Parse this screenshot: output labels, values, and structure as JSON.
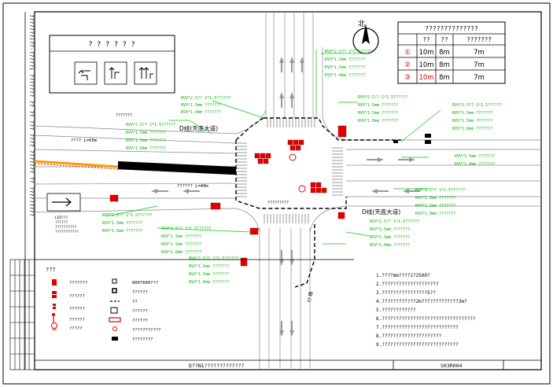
{
  "legend_box_title": "? ? ? ? ? ?",
  "north_label": "北",
  "signal_table": {
    "title": "??????????????",
    "headers": [
      "??",
      "??",
      "???????"
    ],
    "rows": [
      {
        "mark": "①",
        "c1": "10m",
        "c2": "8m",
        "c3": "7m"
      },
      {
        "mark": "②",
        "c1": "10m",
        "c2": "8m",
        "c3": "7m"
      },
      {
        "mark": "③",
        "c1": "10m",
        "c2": "8m",
        "c3": "7m"
      }
    ]
  },
  "road_labels": {
    "left_road": "D线(天底大道)",
    "right_road": "D线(天底大道)",
    "dim_left": "???? L=60m",
    "dim_mid": "?????? L=40m",
    "dim_center": "?????????",
    "top_corner": "???????",
    "bottom_road": "?? 路",
    "leg_line1": "LED???",
    "leg_line2": "??????",
    "leg_line3": "??????????",
    "leg_line4": "???????????"
  },
  "callout_green": [
    "RVV*2.5?? 1*1.5??????",
    "RVV*1.5mm ???????",
    "RVV*1.5mm ???????",
    "RVV*1.0mm ???????"
  ],
  "legend": {
    "title": "???",
    "items": [
      {
        "icon": "red-block",
        "label": "???????"
      },
      {
        "icon": "red-stack",
        "label": "??????"
      },
      {
        "icon": "red-stack-small",
        "label": "??????"
      },
      {
        "icon": "red-pole",
        "label": "??????"
      },
      {
        "icon": "red-circle-pole",
        "label": "?????"
      },
      {
        "icon": "square-small",
        "label": "800?600???"
      },
      {
        "icon": "square-bold",
        "label": "??????"
      },
      {
        "icon": "dash-line",
        "label": "??"
      },
      {
        "icon": "box-hollow",
        "label": "??????"
      },
      {
        "icon": "red-rect",
        "label": "??????"
      },
      {
        "icon": "red-circle-small",
        "label": "???????????"
      },
      {
        "icon": "black-box",
        "label": "????????"
      }
    ]
  },
  "notes": [
    "1.????mm????1?2500?",
    "2.????????????????????",
    "3.????????????????5??",
    "4.????????????2m?????????????3m?",
    "5.????????????",
    "6.?????????????????????????????????",
    "7.???????????????????????????",
    "8.?????????????????????",
    "9.???????????????????????????"
  ],
  "title_block": {
    "drawing_name": "D??N1?????????????",
    "drawing_no": "S03R004"
  },
  "side_text": "???????(??-?????) ??????? ?? ?? ??? ???? ??????? ?? ?????????"
}
